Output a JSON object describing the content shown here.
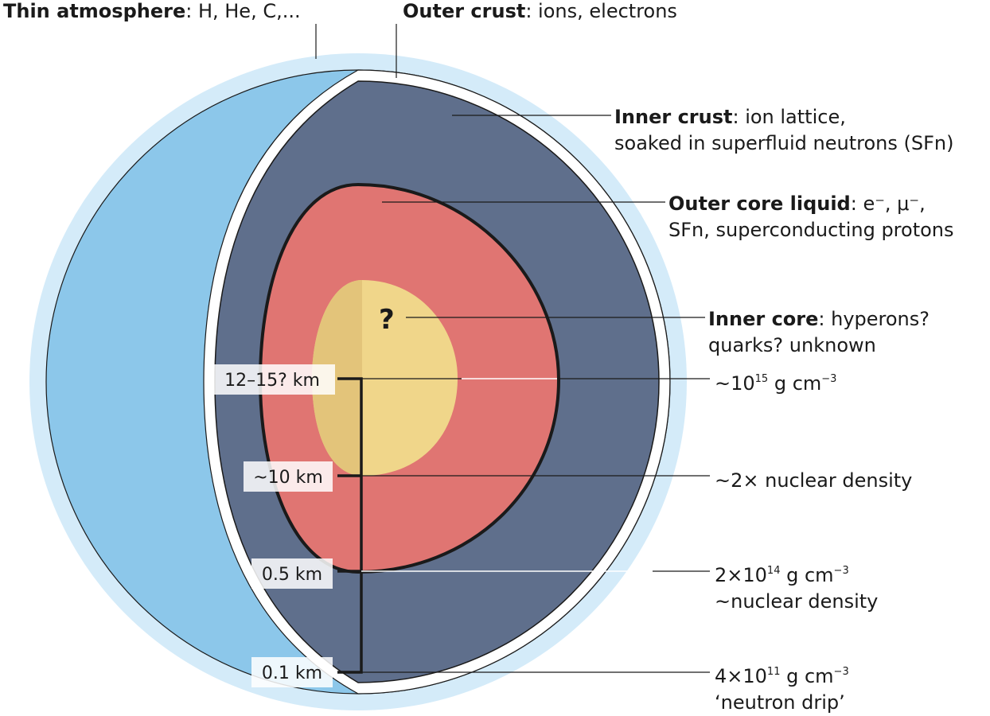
{
  "labels": {
    "atmosphere": {
      "title": "Thin atmosphere",
      "detail": ": H, He, C,..."
    },
    "outer_crust": {
      "title": "Outer crust",
      "detail": ": ions, electrons"
    },
    "inner_crust": {
      "title": "Inner crust",
      "detail_line1": ": ion lattice,",
      "detail_line2": "soaked in superfluid neutrons (SFn)"
    },
    "outer_core": {
      "title": "Outer core liquid",
      "detail_line1": ": e⁻, μ⁻,",
      "detail_line2": "SFn, superconducting protons"
    },
    "inner_core": {
      "title": "Inner core",
      "detail_line1": ": hyperons?",
      "detail_line2": "quarks? unknown"
    },
    "unknown_mark": "?"
  },
  "depths": [
    {
      "depth": "12–15? km"
    },
    {
      "depth": "~10 km"
    },
    {
      "depth": "0.5 km"
    },
    {
      "depth": "0.1 km"
    }
  ],
  "densities": {
    "d1": {
      "pre": "~10",
      "exp": "15",
      "post": " g cm",
      "unit_exp": "−3"
    },
    "d2": {
      "text": "~2× nuclear density"
    },
    "d3": {
      "pre": "2×10",
      "exp": "14",
      "post": " g cm",
      "unit_exp": "−3",
      "line2": "~nuclear density"
    },
    "d4": {
      "pre": "4×10",
      "exp": "11",
      "post": " g cm",
      "unit_exp": "−3",
      "line2": "‘neutron drip’"
    }
  },
  "colors": {
    "atmosphere": "#d4ebf9",
    "surface": "#8cc7ea",
    "outer_crust": "#ffffff",
    "inner_crust": "#5f6f8c",
    "outer_core": "#e07572",
    "inner_core": "#f0d68a",
    "inner_core_shade": "#e3c47a"
  }
}
